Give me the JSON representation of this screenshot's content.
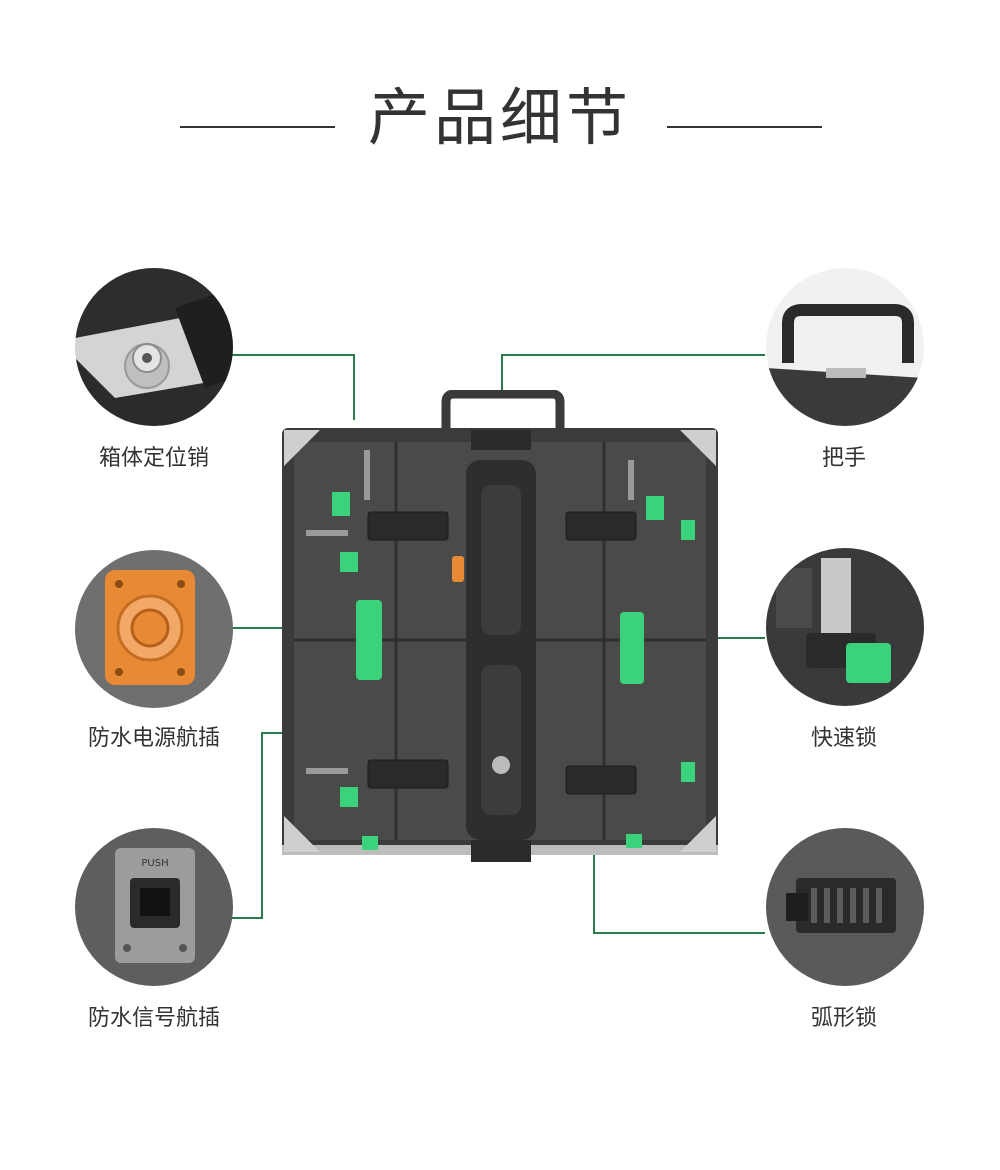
{
  "header": {
    "title": "产品细节"
  },
  "features": {
    "positioning_pin": "箱体定位销",
    "handle": "把手",
    "power_connector": "防水电源航插",
    "quick_lock": "快速锁",
    "signal_connector": "防水信号航插",
    "arc_lock": "弧形锁"
  },
  "colors": {
    "accent_green": "#2a7a4b",
    "lock_green": "#3ad27a",
    "connector_orange": "#e88a34"
  }
}
